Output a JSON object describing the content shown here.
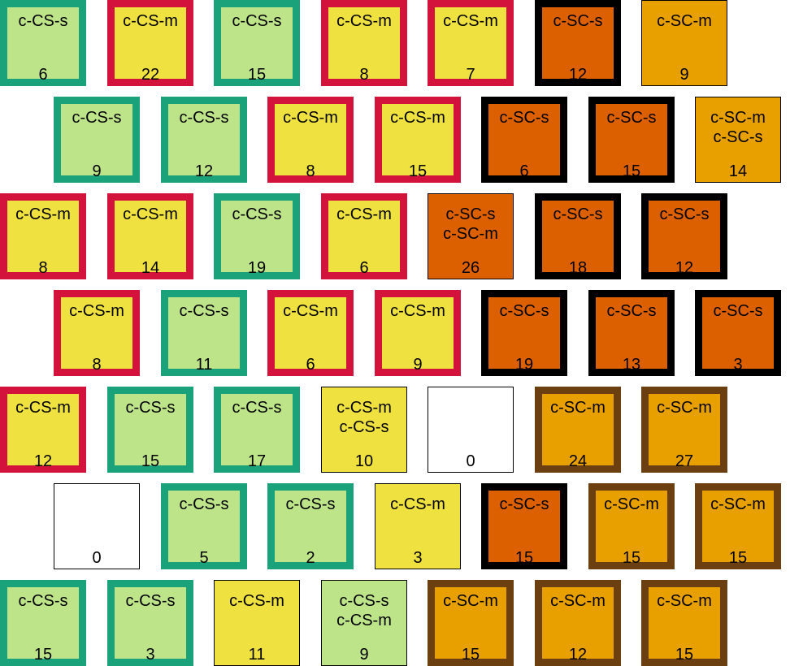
{
  "colors": {
    "c-CS-s": "#bde489",
    "c-CS-m": "#efe13f",
    "c-SC-s": "#dc6000",
    "c-SC-m": "#e8a000",
    "empty": "#ffffff",
    "border-c-CS-s": "#1aa37a",
    "border-c-CS-m": "#d4133d",
    "border-c-SC-s": "#000000",
    "border-c-SC-m": "#6b3f10"
  },
  "rows": [
    {
      "tiles": [
        {
          "labels": [
            "c-CS-s"
          ],
          "count": "6",
          "fill": "c-CS-s",
          "border": "c-CS-s"
        },
        {
          "labels": [
            "c-CS-m"
          ],
          "count": "22",
          "fill": "c-CS-m",
          "border": "c-CS-m"
        },
        {
          "labels": [
            "c-CS-s"
          ],
          "count": "15",
          "fill": "c-CS-s",
          "border": "c-CS-s"
        },
        {
          "labels": [
            "c-CS-m"
          ],
          "count": "8",
          "fill": "c-CS-m",
          "border": "c-CS-m"
        },
        {
          "labels": [
            "c-CS-m"
          ],
          "count": "7",
          "fill": "c-CS-m",
          "border": "c-CS-m"
        },
        {
          "labels": [
            "c-SC-s"
          ],
          "count": "12",
          "fill": "c-SC-s",
          "border": "c-SC-s"
        },
        {
          "labels": [
            "c-SC-m"
          ],
          "count": "9",
          "fill": "c-SC-m",
          "border": null
        }
      ]
    },
    {
      "tiles": [
        {
          "labels": [
            "c-CS-s"
          ],
          "count": "9",
          "fill": "c-CS-s",
          "border": "c-CS-s"
        },
        {
          "labels": [
            "c-CS-s"
          ],
          "count": "12",
          "fill": "c-CS-s",
          "border": "c-CS-s"
        },
        {
          "labels": [
            "c-CS-m"
          ],
          "count": "8",
          "fill": "c-CS-m",
          "border": "c-CS-m"
        },
        {
          "labels": [
            "c-CS-m"
          ],
          "count": "15",
          "fill": "c-CS-m",
          "border": "c-CS-m"
        },
        {
          "labels": [
            "c-SC-s"
          ],
          "count": "6",
          "fill": "c-SC-s",
          "border": "c-SC-s"
        },
        {
          "labels": [
            "c-SC-s"
          ],
          "count": "15",
          "fill": "c-SC-s",
          "border": "c-SC-s"
        },
        {
          "labels": [
            "c-SC-m",
            "c-SC-s"
          ],
          "count": "14",
          "fill": "c-SC-m",
          "border": null
        }
      ]
    },
    {
      "tiles": [
        {
          "labels": [
            "c-CS-m"
          ],
          "count": "8",
          "fill": "c-CS-m",
          "border": "c-CS-m"
        },
        {
          "labels": [
            "c-CS-m"
          ],
          "count": "14",
          "fill": "c-CS-m",
          "border": "c-CS-m"
        },
        {
          "labels": [
            "c-CS-s"
          ],
          "count": "19",
          "fill": "c-CS-s",
          "border": "c-CS-s"
        },
        {
          "labels": [
            "c-CS-m"
          ],
          "count": "6",
          "fill": "c-CS-m",
          "border": "c-CS-m"
        },
        {
          "labels": [
            "c-SC-s",
            "c-SC-m"
          ],
          "count": "26",
          "fill": "c-SC-s",
          "border": null
        },
        {
          "labels": [
            "c-SC-s"
          ],
          "count": "18",
          "fill": "c-SC-s",
          "border": "c-SC-s"
        },
        {
          "labels": [
            "c-SC-s"
          ],
          "count": "12",
          "fill": "c-SC-s",
          "border": "c-SC-s"
        }
      ]
    },
    {
      "tiles": [
        {
          "labels": [
            "c-CS-m"
          ],
          "count": "8",
          "fill": "c-CS-m",
          "border": "c-CS-m"
        },
        {
          "labels": [
            "c-CS-s"
          ],
          "count": "11",
          "fill": "c-CS-s",
          "border": "c-CS-s"
        },
        {
          "labels": [
            "c-CS-m"
          ],
          "count": "6",
          "fill": "c-CS-m",
          "border": "c-CS-m"
        },
        {
          "labels": [
            "c-CS-m"
          ],
          "count": "9",
          "fill": "c-CS-m",
          "border": "c-CS-m"
        },
        {
          "labels": [
            "c-SC-s"
          ],
          "count": "19",
          "fill": "c-SC-s",
          "border": "c-SC-s"
        },
        {
          "labels": [
            "c-SC-s"
          ],
          "count": "13",
          "fill": "c-SC-s",
          "border": "c-SC-s"
        },
        {
          "labels": [
            "c-SC-s"
          ],
          "count": "3",
          "fill": "c-SC-s",
          "border": "c-SC-s"
        }
      ]
    },
    {
      "tiles": [
        {
          "labels": [
            "c-CS-m"
          ],
          "count": "12",
          "fill": "c-CS-m",
          "border": "c-CS-m"
        },
        {
          "labels": [
            "c-CS-s"
          ],
          "count": "15",
          "fill": "c-CS-s",
          "border": "c-CS-s"
        },
        {
          "labels": [
            "c-CS-s"
          ],
          "count": "17",
          "fill": "c-CS-s",
          "border": "c-CS-s"
        },
        {
          "labels": [
            "c-CS-m",
            "c-CS-s"
          ],
          "count": "10",
          "fill": "c-CS-m",
          "border": null
        },
        {
          "labels": [],
          "count": "0",
          "fill": "empty",
          "border": null
        },
        {
          "labels": [
            "c-SC-m"
          ],
          "count": "24",
          "fill": "c-SC-m",
          "border": "c-SC-m"
        },
        {
          "labels": [
            "c-SC-m"
          ],
          "count": "27",
          "fill": "c-SC-m",
          "border": "c-SC-m"
        }
      ]
    },
    {
      "tiles": [
        {
          "labels": [],
          "count": "0",
          "fill": "empty",
          "border": null
        },
        {
          "labels": [
            "c-CS-s"
          ],
          "count": "5",
          "fill": "c-CS-s",
          "border": "c-CS-s"
        },
        {
          "labels": [
            "c-CS-s"
          ],
          "count": "2",
          "fill": "c-CS-s",
          "border": "c-CS-s"
        },
        {
          "labels": [
            "c-CS-m"
          ],
          "count": "3",
          "fill": "c-CS-m",
          "border": null
        },
        {
          "labels": [
            "c-SC-s"
          ],
          "count": "15",
          "fill": "c-SC-s",
          "border": "c-SC-s"
        },
        {
          "labels": [
            "c-SC-m"
          ],
          "count": "15",
          "fill": "c-SC-m",
          "border": "c-SC-m"
        },
        {
          "labels": [
            "c-SC-m"
          ],
          "count": "15",
          "fill": "c-SC-m",
          "border": "c-SC-m"
        }
      ]
    },
    {
      "tiles": [
        {
          "labels": [
            "c-CS-s"
          ],
          "count": "15",
          "fill": "c-CS-s",
          "border": "c-CS-s"
        },
        {
          "labels": [
            "c-CS-s"
          ],
          "count": "3",
          "fill": "c-CS-s",
          "border": "c-CS-s"
        },
        {
          "labels": [
            "c-CS-m"
          ],
          "count": "11",
          "fill": "c-CS-m",
          "border": null
        },
        {
          "labels": [
            "c-CS-s",
            "c-CS-m"
          ],
          "count": "9",
          "fill": "c-CS-s",
          "border": null
        },
        {
          "labels": [
            "c-SC-m"
          ],
          "count": "15",
          "fill": "c-SC-m",
          "border": "c-SC-m"
        },
        {
          "labels": [
            "c-SC-m"
          ],
          "count": "12",
          "fill": "c-SC-m",
          "border": "c-SC-m"
        },
        {
          "labels": [
            "c-SC-m"
          ],
          "count": "15",
          "fill": "c-SC-m",
          "border": "c-SC-m"
        }
      ]
    }
  ]
}
